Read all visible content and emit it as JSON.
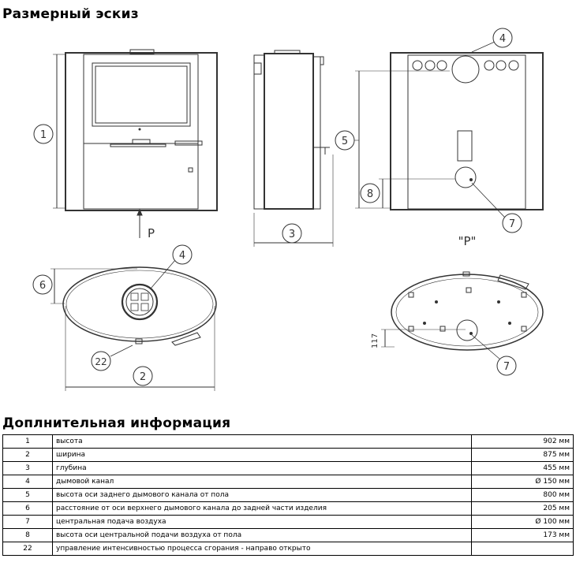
{
  "sketch_title": "Размерный эскиз",
  "info_title": "Доплнительная информация",
  "callouts": {
    "c1": "1",
    "c2": "2",
    "c3": "3",
    "c4a": "4",
    "c4b": "4",
    "c5": "5",
    "c6": "6",
    "c7a": "7",
    "c7b": "7",
    "c8": "8",
    "c22": "22"
  },
  "view_labels": {
    "p_arrow": "P",
    "p_view": "\"P\"",
    "dim_117": "117"
  },
  "rows": [
    {
      "num": "1",
      "desc": "высота",
      "value": "902 мм"
    },
    {
      "num": "2",
      "desc": "ширина",
      "value": "875 мм"
    },
    {
      "num": "3",
      "desc": "глубина",
      "value": "455 мм"
    },
    {
      "num": "4",
      "desc": "дымовой канал",
      "value": "Ø 150 мм"
    },
    {
      "num": "5",
      "desc": "высота оси заднего дымового канала от пола",
      "value": "800 мм"
    },
    {
      "num": "6",
      "desc": "расстояние от оси верхнего дымового канала до задней части изделия",
      "value": "205 мм"
    },
    {
      "num": "7",
      "desc": "центральная подача воздуха",
      "value": "Ø 100 мм"
    },
    {
      "num": "8",
      "desc": "высота оси центральной подачи воздуха от пола",
      "value": "173 мм"
    },
    {
      "num": "22",
      "desc": "управление интенсивностью процесса сгорания - направо открыто",
      "value": ""
    }
  ]
}
